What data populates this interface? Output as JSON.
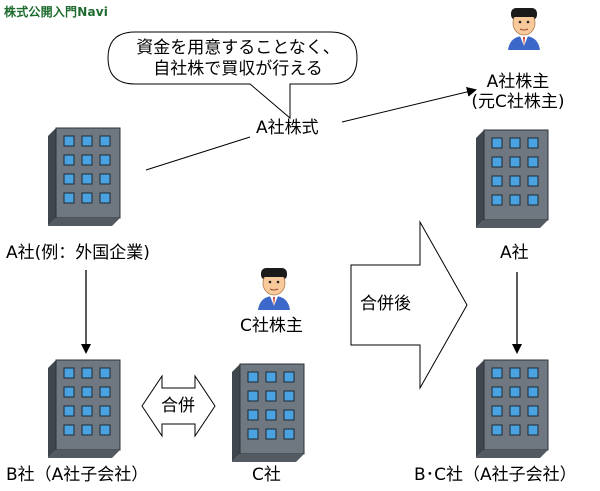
{
  "site_brand": "株式公開入門Navi",
  "speech_bubble": {
    "line1": "資金を用意することなく、",
    "line2": "自社株で買収が行える"
  },
  "flow_label": "A社株式",
  "nodes": {
    "company_a": "A社(例：外国企業)",
    "company_b": "B社（A社子会社）",
    "company_c": "C社",
    "shareholder_c": "C社株主",
    "shareholder_a_line1": "A社株主",
    "shareholder_a_line2": "(元C社株主)",
    "company_a_after": "A社",
    "company_bc_after": "B･C社（A社子会社）"
  },
  "merge_label": "合併",
  "after_merge_label": "合併後",
  "colors": {
    "brand": "#1e6b2e",
    "building_body": "#6f7780",
    "building_side": "#3f464d",
    "window": "#4aa3e0",
    "suit": "#3b68c9"
  },
  "icons": [
    "building-icon",
    "person-icon",
    "speech-bubble"
  ]
}
